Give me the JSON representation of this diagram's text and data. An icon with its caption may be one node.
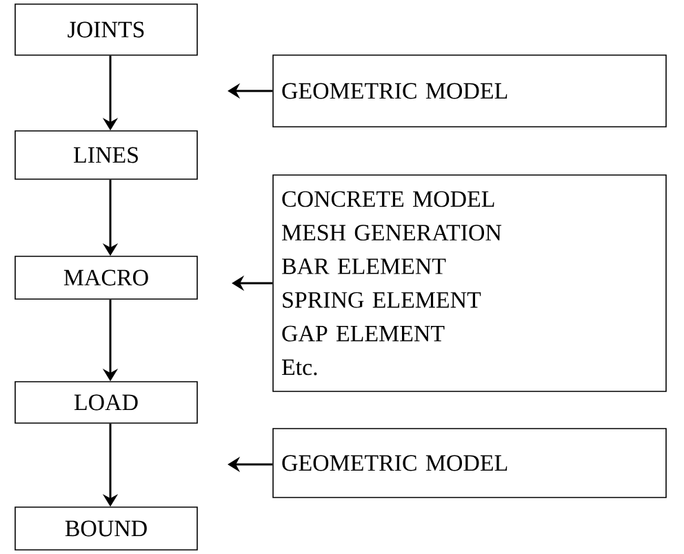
{
  "diagram": {
    "nodes": [
      {
        "text": [
          "JOINTS"
        ]
      },
      {
        "text": [
          "GEOMETRIC MODEL"
        ]
      },
      {
        "text": [
          "LINES"
        ]
      },
      {
        "text": [
          "CONCRETE MODEL",
          "MESH GENERATION",
          "BAR ELEMENT",
          "SPRING ELEMENT",
          "GAP ELEMENT",
          "Etc."
        ]
      },
      {
        "text": [
          "MACRO"
        ]
      },
      {
        "text": [
          "LOAD"
        ]
      },
      {
        "text": [
          "GEOMETRIC MODEL"
        ]
      },
      {
        "text": [
          "BOUND"
        ]
      }
    ],
    "edges": [
      {
        "from": 0,
        "to": 2,
        "arrow": "to"
      },
      {
        "from": 1,
        "to": null,
        "arrow": "to"
      },
      {
        "from": 2,
        "to": 4,
        "arrow": "to"
      },
      {
        "from": 4,
        "to": 5,
        "arrow": "to"
      },
      {
        "from": 3,
        "to": null,
        "arrow": "to"
      },
      {
        "from": 5,
        "to": 7,
        "arrow": "to"
      },
      {
        "from": 6,
        "to": null,
        "arrow": "to"
      }
    ]
  }
}
